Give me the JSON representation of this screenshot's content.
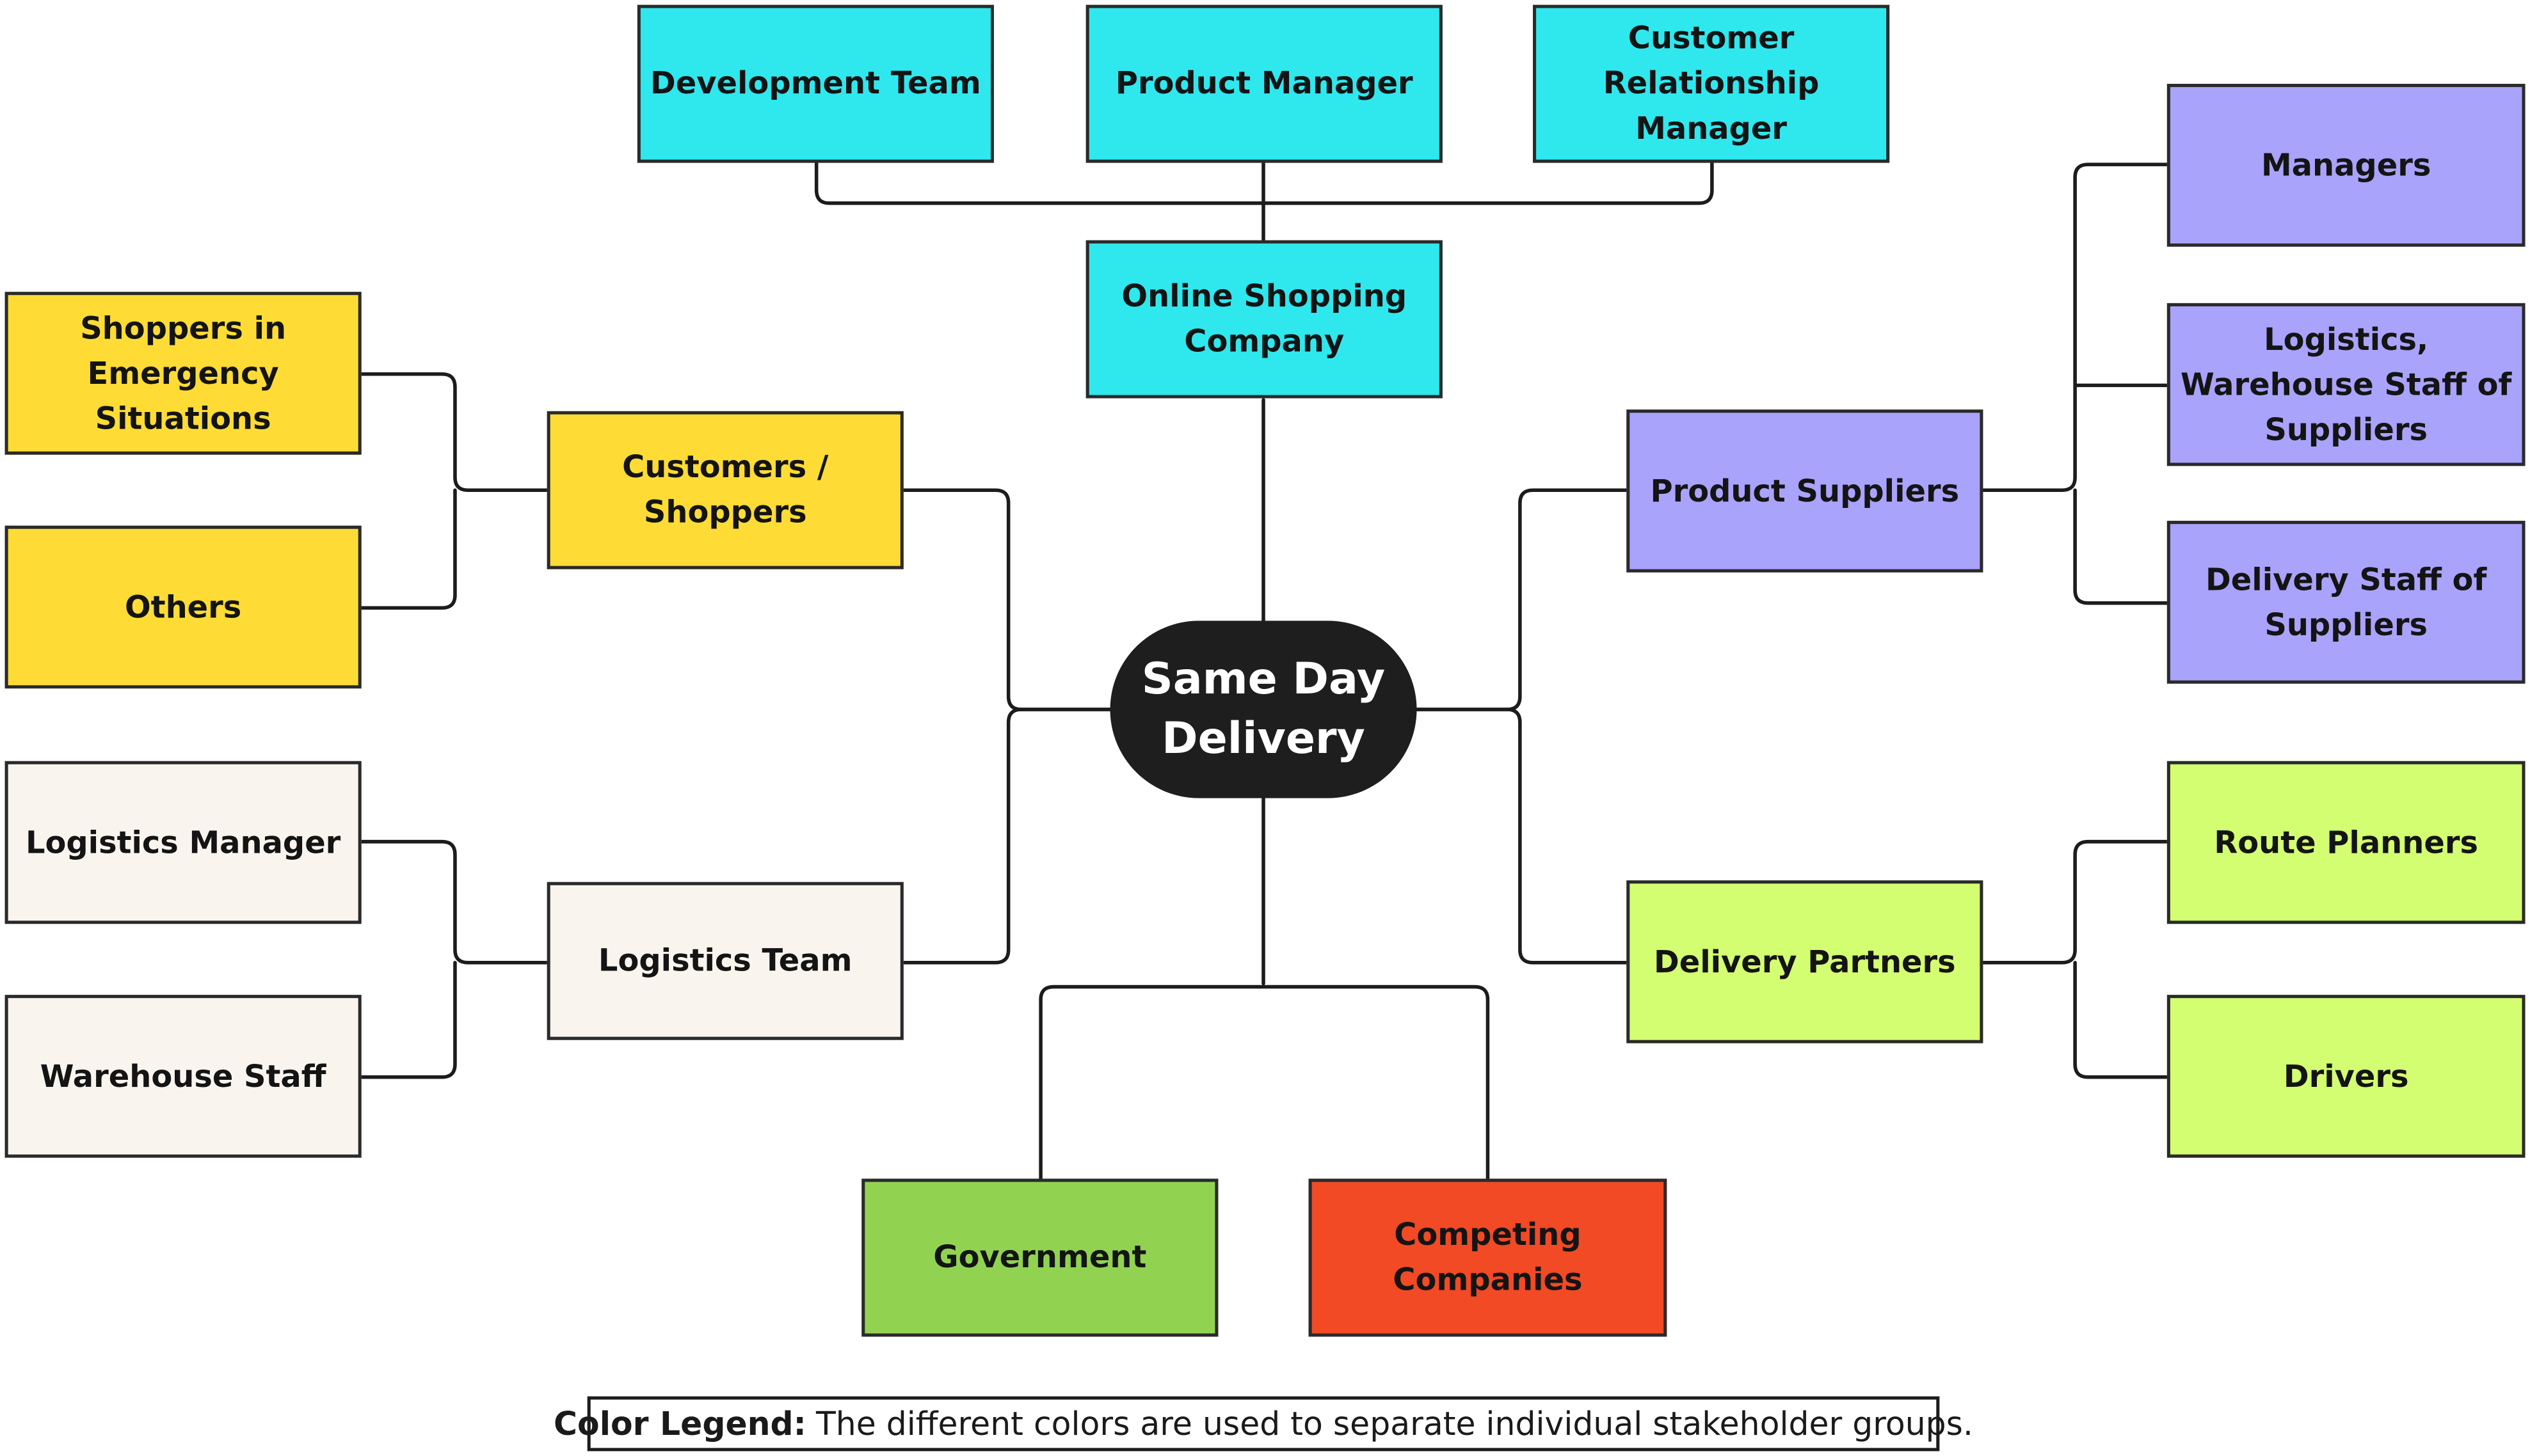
{
  "center": {
    "label": "Same Day Delivery"
  },
  "top": {
    "development_team": "Development Team",
    "product_manager": "Product Manager",
    "crm": "Customer Relationship Manager",
    "company": "Online Shopping Company"
  },
  "left": {
    "customers": "Customers / Shoppers",
    "shoppers_emergency": "Shoppers in Emergency Situations",
    "others": "Others",
    "logistics_team": "Logistics Team",
    "logistics_manager": "Logistics Manager",
    "warehouse_staff": "Warehouse Staff"
  },
  "right": {
    "product_suppliers": "Product Suppliers",
    "managers": "Managers",
    "logistics_warehouse_suppliers": "Logistics, Warehouse Staff of Suppliers",
    "delivery_staff_suppliers": "Delivery Staff of Suppliers",
    "delivery_partners": "Delivery Partners",
    "route_planners": "Route Planners",
    "drivers": "Drivers"
  },
  "bottom": {
    "government": "Government",
    "competing": "Competing Companies"
  },
  "legend": {
    "title": "Color Legend:",
    "text": "The different colors are used to separate individual stakeholder groups."
  },
  "colors": {
    "company_group": "#2ee8ee",
    "customer_group": "#ffdc35",
    "logistics_group": "#f9f5ee",
    "supplier_group": "#a9a3fb",
    "delivery_partner_group": "#d4fe72",
    "government": "#91d351",
    "competitors": "#f14a25",
    "center": "#1e1e1e"
  }
}
